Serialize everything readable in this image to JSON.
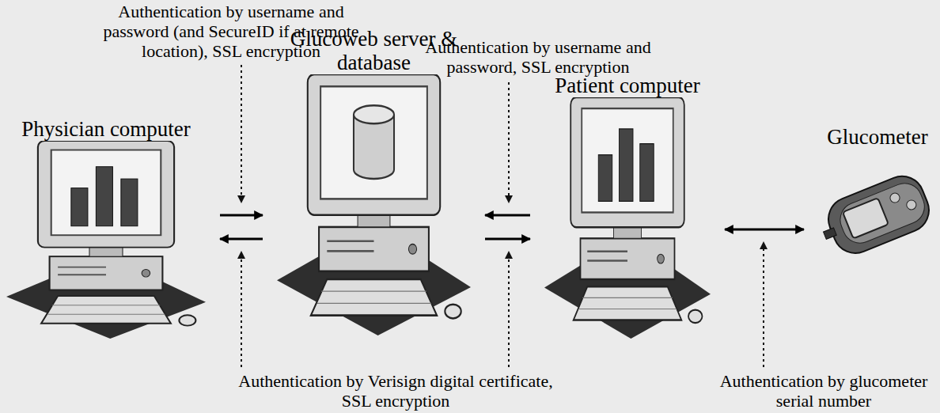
{
  "diagram": {
    "nodes": [
      {
        "text": [
          "Physician computer"
        ]
      },
      {
        "text": [
          "Glucoweb server & database"
        ]
      },
      {
        "text": [
          "Patient computer"
        ]
      },
      {
        "text": [
          "Glucometer"
        ]
      }
    ],
    "edges": [
      {
        "from": 0,
        "to": 1,
        "arrow": "to"
      },
      {
        "from": 1,
        "to": 0,
        "arrow": "to"
      },
      {
        "from": 2,
        "to": 1,
        "arrow": "to"
      },
      {
        "from": 1,
        "to": 2,
        "arrow": "to"
      },
      {
        "from": 2,
        "to": 3,
        "arrow": "both"
      }
    ],
    "labels": [
      "Authentication by username and password (and SecureID if at remote location), SSL encryption",
      "Authentication by username and password, SSL encryption",
      "Authentication by Verisign digital certificate, SSL encryption",
      "Authentication by glucometer serial number"
    ]
  }
}
